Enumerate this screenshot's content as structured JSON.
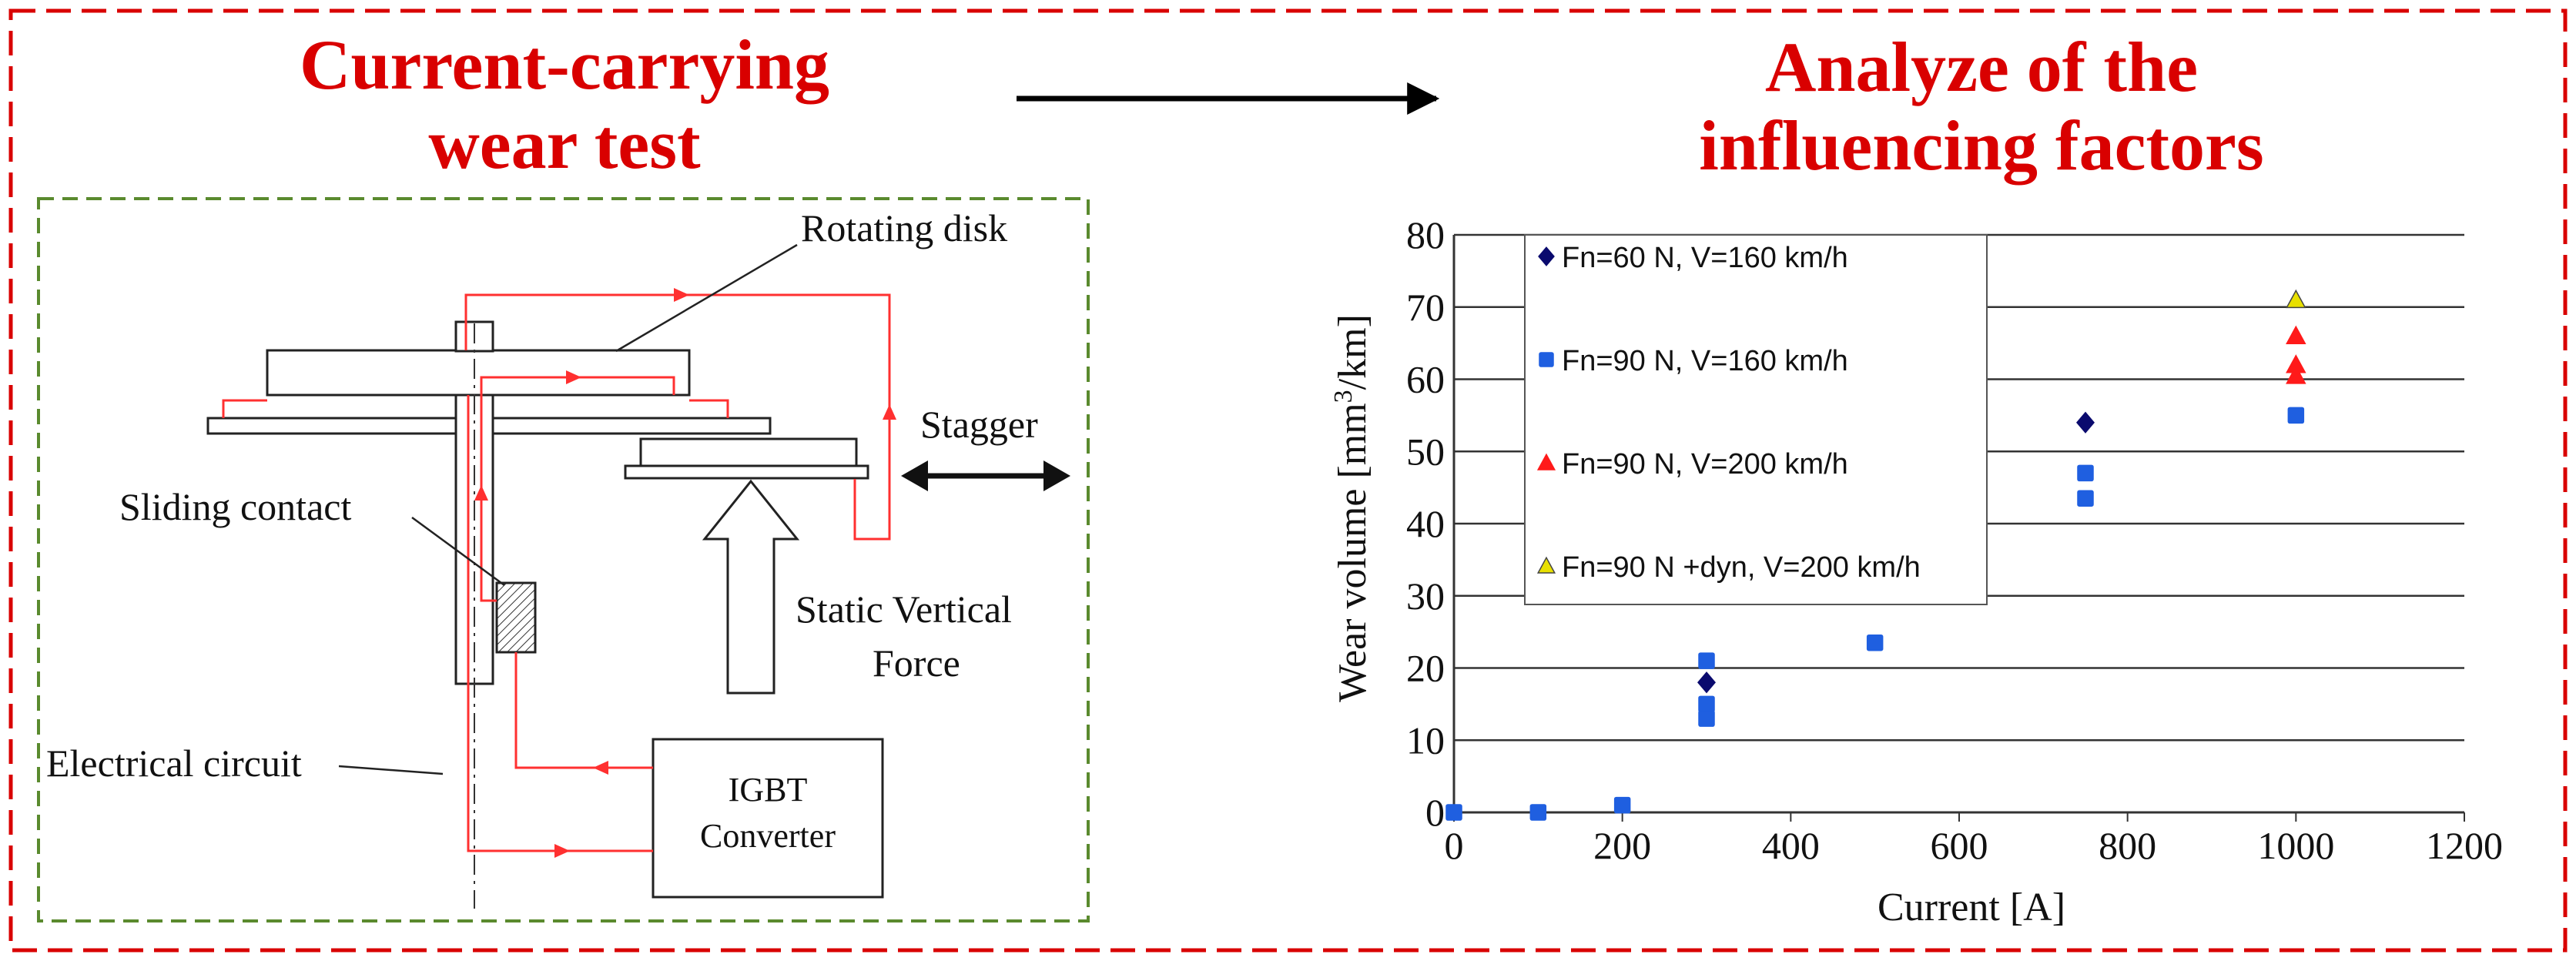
{
  "headings": {
    "left": [
      "Current-carrying",
      "wear test"
    ],
    "right": [
      "Analyze of the",
      "influencing factors"
    ]
  },
  "colors": {
    "heading": "#d90000",
    "outer_border": "#d90000",
    "inner_border": "#5a8a2e",
    "circuit": "#ff3030",
    "structure": "#222222"
  },
  "apparatus": {
    "rotating_disk": "Rotating disk",
    "stagger": "Stagger",
    "sliding_contact": "Sliding contact",
    "static_force": [
      "Static Vertical",
      "Force"
    ],
    "electrical_circuit": "Electrical circuit",
    "converter": [
      "IGBT",
      "Converter"
    ]
  },
  "chart_data": {
    "type": "scatter",
    "title": "",
    "xlabel": "Current [A]",
    "ylabel_parts": [
      "Wear volume [mm",
      "3",
      "/km]"
    ],
    "xlim": [
      0,
      1200
    ],
    "ylim": [
      0,
      80
    ],
    "xticks": [
      0,
      200,
      400,
      600,
      800,
      1000,
      1200
    ],
    "yticks": [
      0,
      10,
      20,
      30,
      40,
      50,
      60,
      70,
      80
    ],
    "grid": "horizontal",
    "legend_position": "top-left",
    "series": [
      {
        "name": "Fn=60 N, V=160 km/h",
        "marker": "diamond",
        "color": "#0a0a6e",
        "points": [
          [
            300,
            18
          ],
          [
            750,
            54
          ]
        ]
      },
      {
        "name": "Fn=90 N, V=160 km/h",
        "marker": "square",
        "color": "#1f5fe0",
        "points": [
          [
            0,
            0
          ],
          [
            100,
            0
          ],
          [
            200,
            1
          ],
          [
            300,
            21
          ],
          [
            300,
            15
          ],
          [
            300,
            13
          ],
          [
            500,
            23.5
          ],
          [
            750,
            47
          ],
          [
            750,
            43.5
          ],
          [
            1000,
            55
          ]
        ]
      },
      {
        "name": "Fn=90 N, V=200 km/h",
        "marker": "triangle",
        "color": "#ff1a1a",
        "points": [
          [
            1000,
            66
          ],
          [
            1000,
            62
          ],
          [
            1000,
            60.5
          ]
        ]
      },
      {
        "name": "Fn=90 N +dyn, V=200 km/h",
        "marker": "triangle",
        "color": "#e8e000",
        "points": [
          [
            1000,
            71
          ]
        ]
      }
    ]
  }
}
